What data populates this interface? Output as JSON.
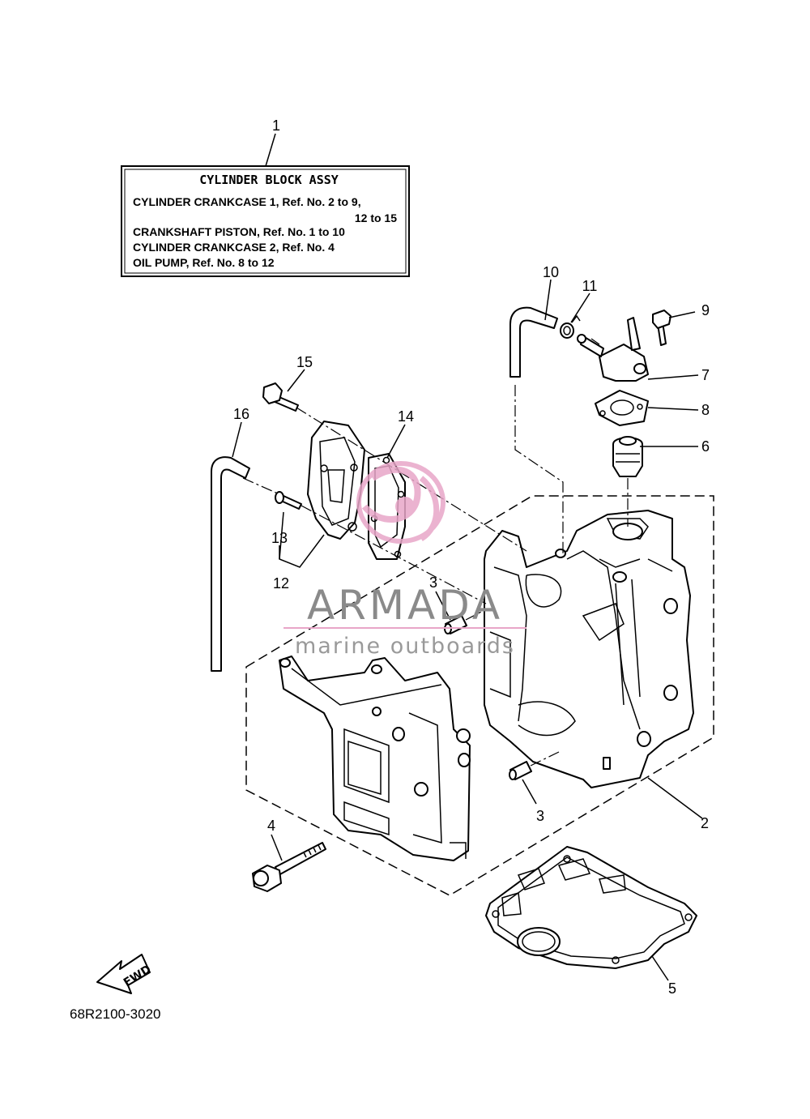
{
  "assembly_box": {
    "title": "CYLINDER BLOCK ASSY",
    "lines": [
      "CYLINDER CRANKCASE 1, Ref. No. 2 to 9,",
      "12 to 15",
      "CRANKSHAFT PISTON, Ref. No. 1 to 10",
      "CYLINDER CRANKCASE 2, Ref. No. 4",
      "OIL PUMP, Ref. No. 8 to 12"
    ]
  },
  "callouts": {
    "c1": "1",
    "c2": "2",
    "c3a": "3",
    "c3b": "3",
    "c4": "4",
    "c5": "5",
    "c6": "6",
    "c7": "7",
    "c8": "8",
    "c9": "9",
    "c10": "10",
    "c11": "11",
    "c12": "12",
    "c13": "13",
    "c14": "14",
    "c15": "15",
    "c16": "16"
  },
  "fwd_label": "FWD",
  "part_number": "68R2100-3020",
  "watermark": {
    "brand": "ARMADA",
    "tagline": "marine outboards"
  },
  "colors": {
    "line": "#000000",
    "watermark_pink": "#e8a6c8",
    "watermark_gray": "#8a8a8a",
    "background": "#ffffff"
  },
  "icons": [
    "fwd-arrow-icon",
    "armada-logo-icon"
  ]
}
